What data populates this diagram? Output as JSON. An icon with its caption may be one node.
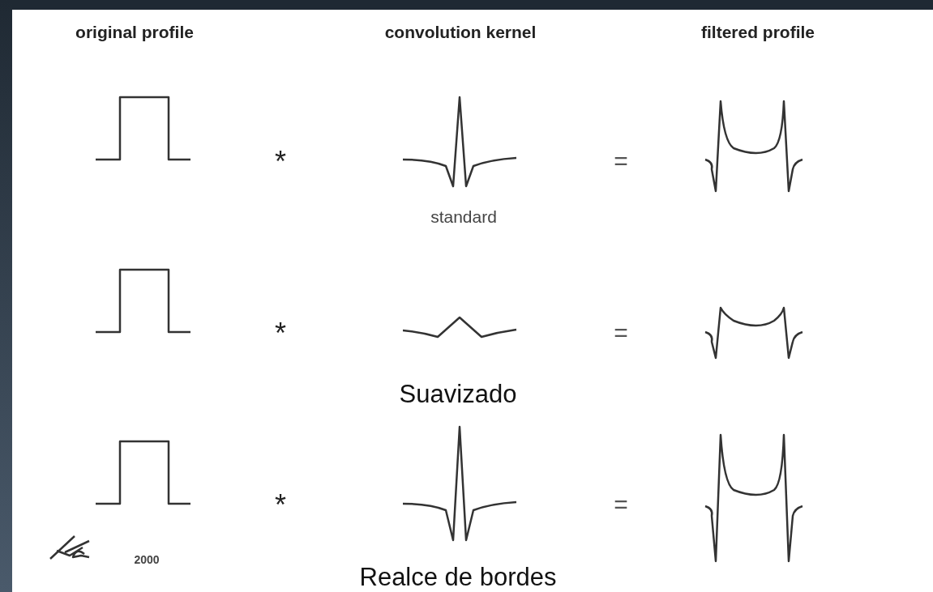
{
  "diagram": {
    "labels": [
      "original profile",
      "convolution kernel",
      "filtered profile",
      "*",
      "=",
      "standard",
      "*",
      "=",
      "Suavizado",
      "*",
      "=",
      "2000",
      "Realce de bordes"
    ]
  }
}
